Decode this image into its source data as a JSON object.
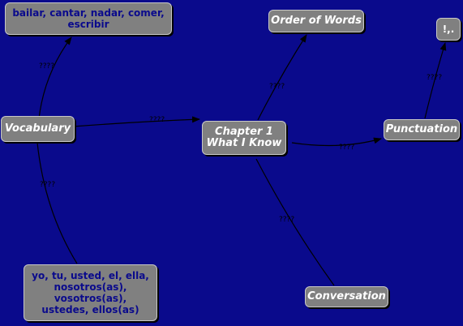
{
  "nodes": {
    "verbs": "bailar, cantar, nadar, comer, escribir",
    "vocabulary": "Vocabulary",
    "chapter": "Chapter 1\nWhat I Know",
    "order_of_words": "Order of Words",
    "punctuation": "Punctuation",
    "punct_marks": "!,.",
    "pronouns": "yo, tu, usted, el, ella, nosotros(as), vosotros(as), ustedes, ellos(as)",
    "conversation": "Conversation"
  },
  "edge_labels": {
    "vocab_to_verbs": "????",
    "vocab_to_chapter": "????",
    "vocab_to_pronouns": "????",
    "chapter_to_order": "????",
    "chapter_to_punctuation": "????",
    "chapter_to_conversation": "????",
    "punctuation_to_marks": "????"
  },
  "colors": {
    "background": "#0a0a8c",
    "node_fill": "#808080",
    "edge": "#000000"
  }
}
